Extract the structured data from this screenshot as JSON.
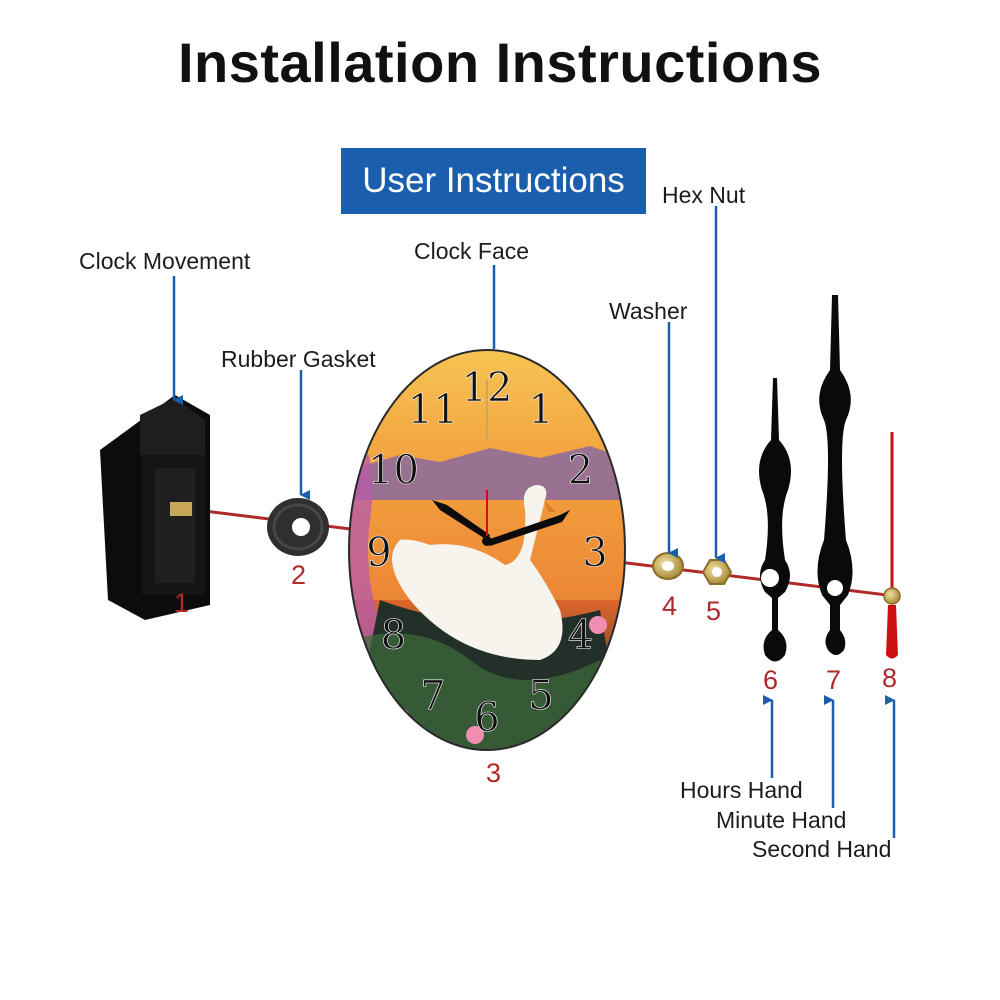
{
  "title": "Installation Instructions",
  "banner": "User Instructions",
  "parts": [
    {
      "number": "1",
      "label": "Clock Movement"
    },
    {
      "number": "2",
      "label": "Rubber Gasket"
    },
    {
      "number": "3",
      "label": "Clock Face"
    },
    {
      "number": "4",
      "label": "Washer"
    },
    {
      "number": "5",
      "label": "Hex Nut"
    },
    {
      "number": "6",
      "label": "Hours Hand"
    },
    {
      "number": "7",
      "label": "Minute Hand"
    },
    {
      "number": "8",
      "label": "Second Hand"
    }
  ],
  "clock_numerals": [
    "12",
    "1",
    "2",
    "3",
    "4",
    "5",
    "6",
    "7",
    "8",
    "9",
    "10",
    "11"
  ],
  "colors": {
    "banner": "#1a5fad",
    "arrow": "#1a5fad",
    "axis": "#b02a2a",
    "number": "#b02a2a",
    "second_hand": "#cc1111"
  }
}
